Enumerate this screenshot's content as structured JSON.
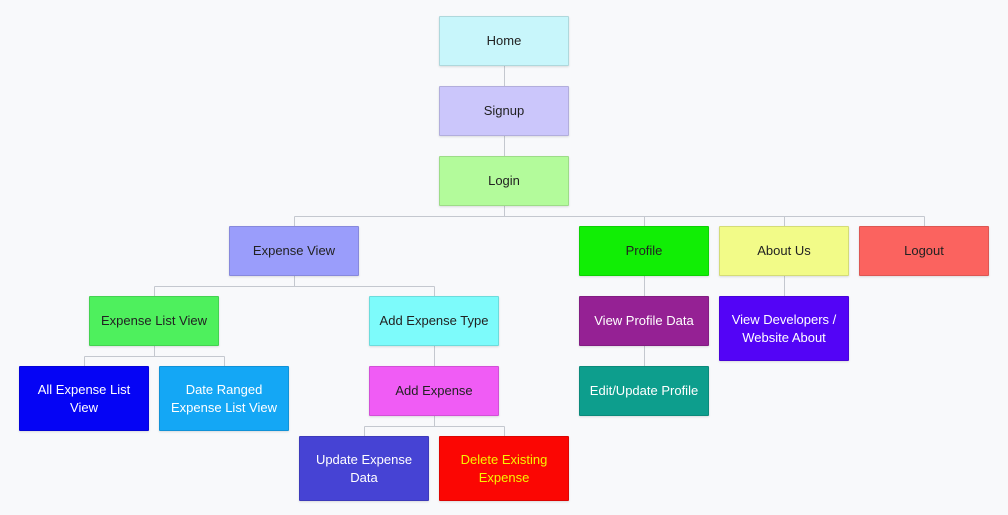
{
  "nodes": [
    {
      "id": "home",
      "label": "Home",
      "bg": "#c8f6fb",
      "fg": "#222222"
    },
    {
      "id": "signup",
      "label": "Signup",
      "bg": "#cbc6fb",
      "fg": "#222222"
    },
    {
      "id": "login",
      "label": "Login",
      "bg": "#b3fb9b",
      "fg": "#222222"
    },
    {
      "id": "expense-view",
      "label": "Expense View",
      "bg": "#9a9dfb",
      "fg": "#222222"
    },
    {
      "id": "profile",
      "label": "Profile",
      "bg": "#11ee05",
      "fg": "#222222"
    },
    {
      "id": "about-us",
      "label": "About Us",
      "bg": "#f2fb88",
      "fg": "#222222"
    },
    {
      "id": "logout",
      "label": "Logout",
      "bg": "#fb635f",
      "fg": "#222222"
    },
    {
      "id": "expense-list-view",
      "label": "Expense List View",
      "bg": "#4ef05d",
      "fg": "#222222"
    },
    {
      "id": "add-expense-type",
      "label": "Add Expense Type",
      "bg": "#7dfbfb",
      "fg": "#222222"
    },
    {
      "id": "view-profile-data",
      "label": "View Profile Data",
      "bg": "#952194",
      "fg": "#ffffff"
    },
    {
      "id": "view-developers",
      "label": "View Developers / Website About",
      "bg": "#5304f6",
      "fg": "#ffffff"
    },
    {
      "id": "all-expense-list-view",
      "label": "All Expense List View",
      "bg": "#0504f5",
      "fg": "#ffffff"
    },
    {
      "id": "date-ranged-expense-list-view",
      "label": "Date Ranged Expense List View",
      "bg": "#14a7f5",
      "fg": "#ffffff"
    },
    {
      "id": "add-expense",
      "label": "Add Expense",
      "bg": "#f05cf5",
      "fg": "#222222"
    },
    {
      "id": "edit-update-profile",
      "label": "Edit/Update Profile",
      "bg": "#0d9e8d",
      "fg": "#ffffff"
    },
    {
      "id": "update-expense-data",
      "label": "Update Expense Data",
      "bg": "#4643d4",
      "fg": "#ffffff"
    },
    {
      "id": "delete-existing-expense",
      "label": "Delete Existing Expense",
      "bg": "#fb0603",
      "fg": "#f7f400"
    }
  ],
  "edges": [
    [
      "home",
      "signup"
    ],
    [
      "signup",
      "login"
    ],
    [
      "login",
      "expense-view"
    ],
    [
      "login",
      "profile"
    ],
    [
      "login",
      "about-us"
    ],
    [
      "login",
      "logout"
    ],
    [
      "expense-view",
      "expense-list-view"
    ],
    [
      "expense-view",
      "add-expense-type"
    ],
    [
      "expense-list-view",
      "all-expense-list-view"
    ],
    [
      "expense-list-view",
      "date-ranged-expense-list-view"
    ],
    [
      "add-expense-type",
      "add-expense"
    ],
    [
      "add-expense",
      "update-expense-data"
    ],
    [
      "add-expense",
      "delete-existing-expense"
    ],
    [
      "profile",
      "view-profile-data"
    ],
    [
      "view-profile-data",
      "edit-update-profile"
    ],
    [
      "about-us",
      "view-developers"
    ]
  ],
  "colors": {
    "background": "#f8f9fb",
    "connector": "#c4c8cf"
  }
}
